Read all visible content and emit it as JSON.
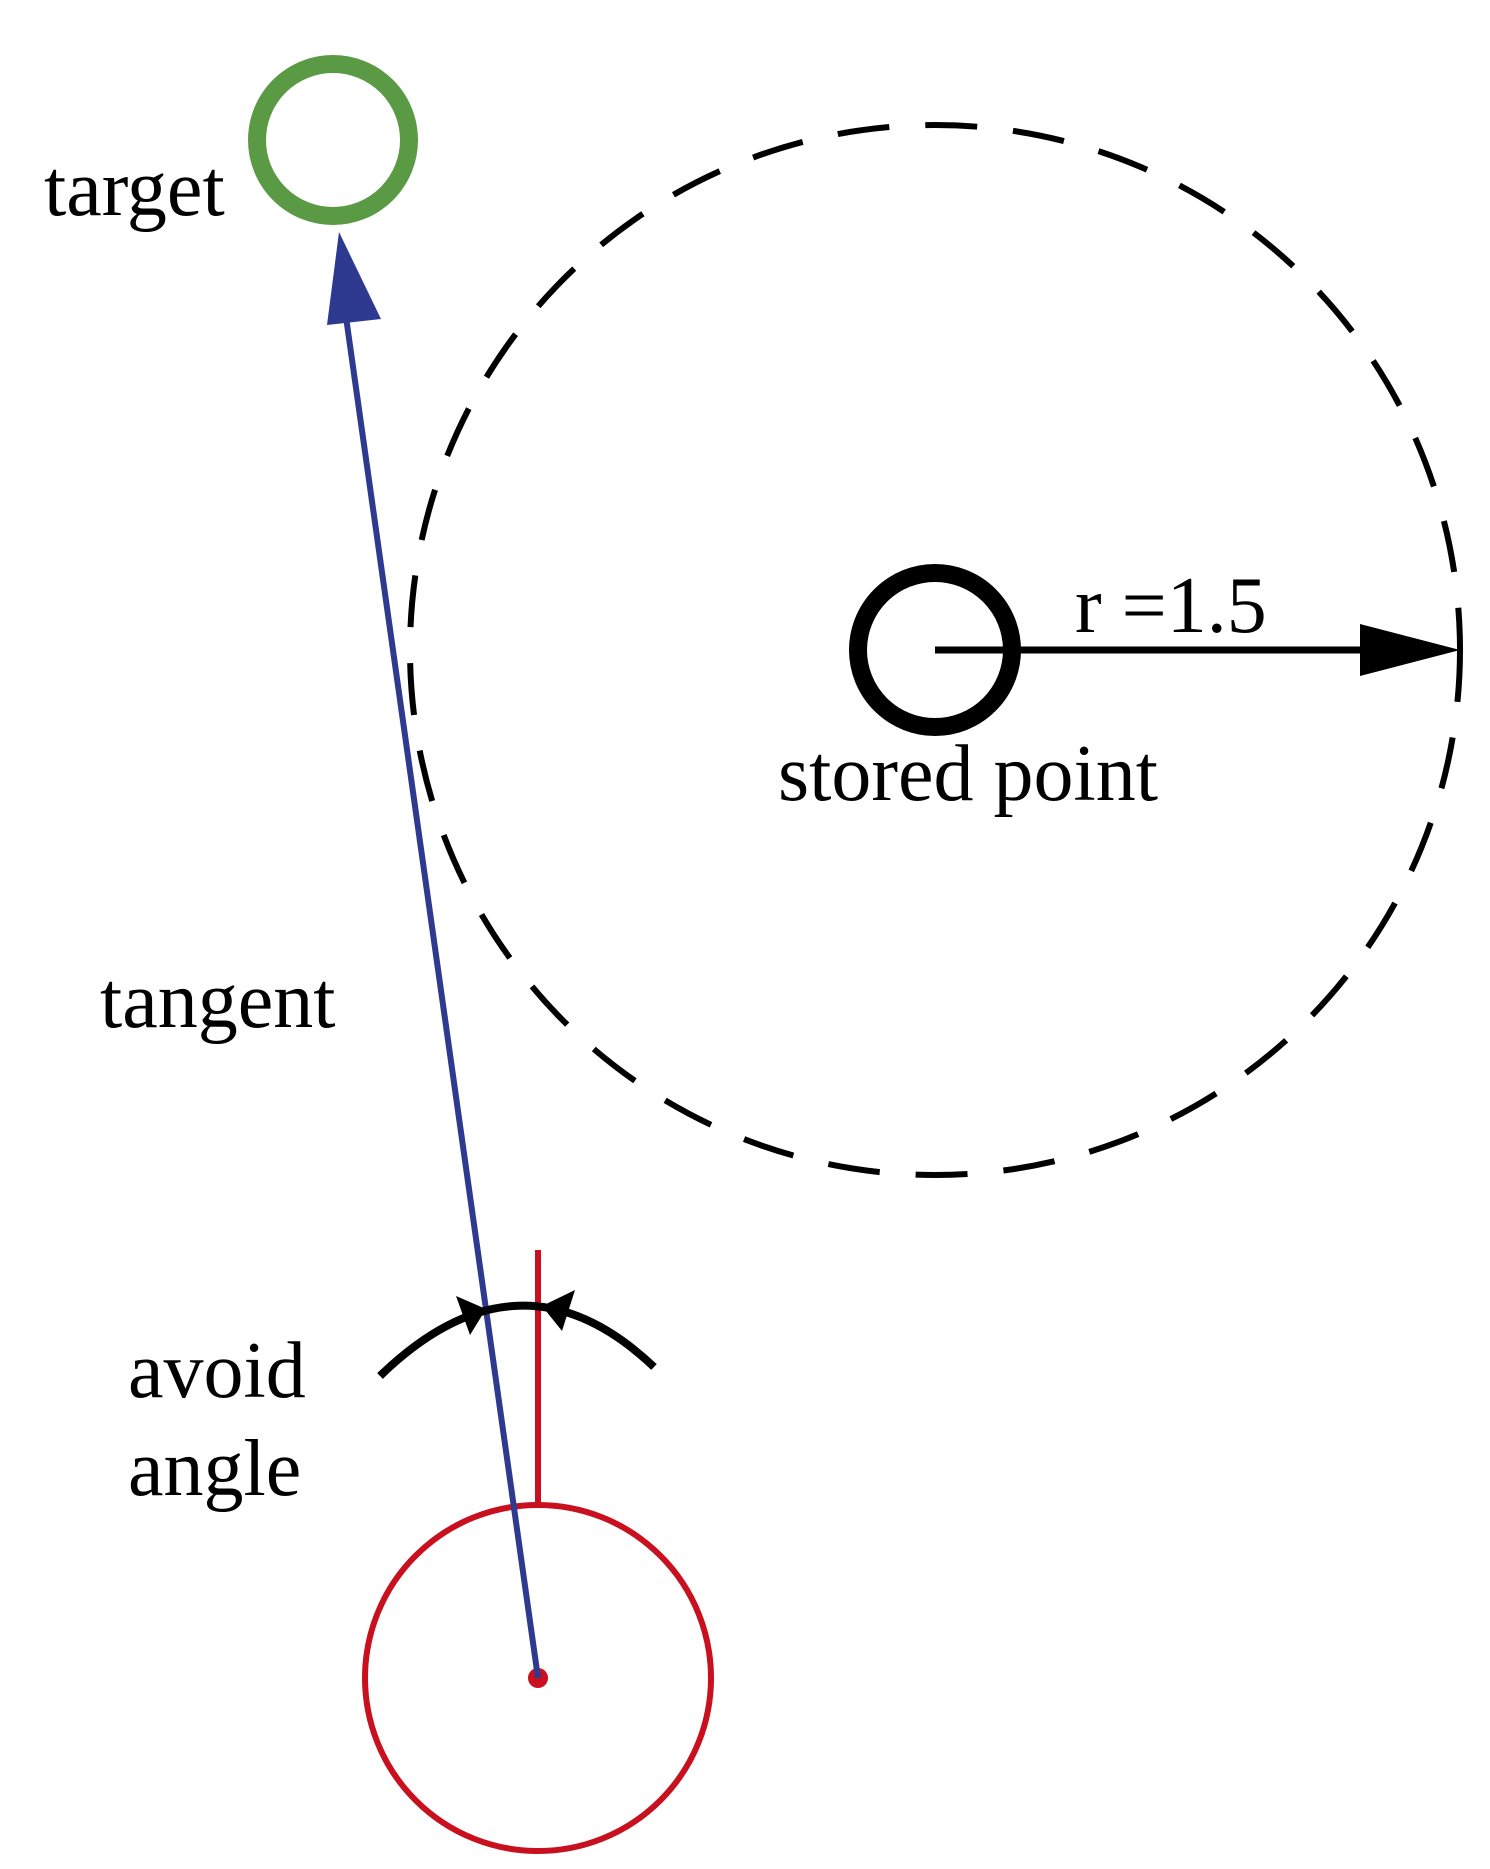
{
  "labels": {
    "target": "target",
    "radius": "r =1.5",
    "stored_point": "stored point",
    "tangent": "tangent",
    "avoid_line1": "avoid",
    "avoid_line2": "angle"
  },
  "colors": {
    "target": "#5b9a45",
    "tangent": "#2e3a8f",
    "robot": "#c8101e",
    "stored": "#000000"
  }
}
